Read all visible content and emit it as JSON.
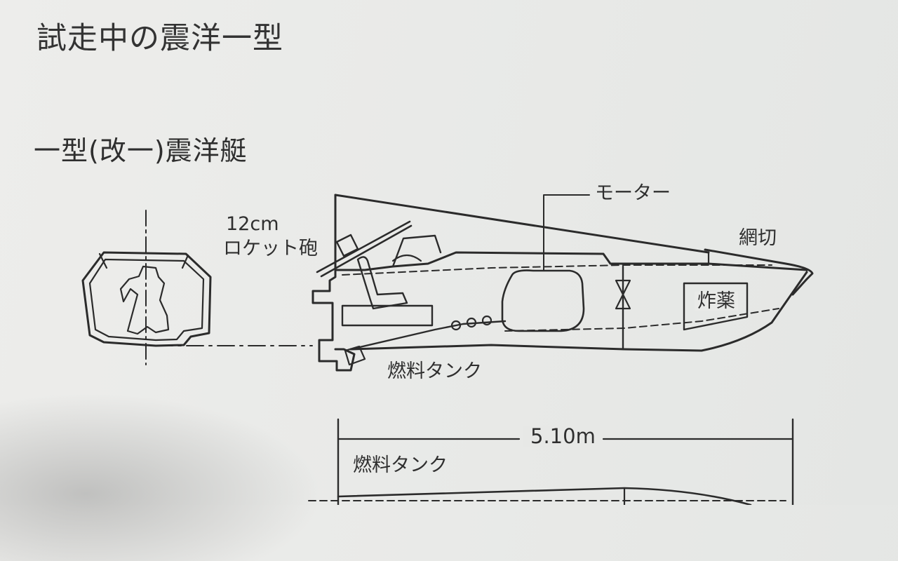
{
  "title": "試走中の震洋一型",
  "subtitle": "一型(改一)震洋艇",
  "labels": {
    "rocket_line1": "12cm",
    "rocket_line2": "ロケット砲",
    "motor": "モーター",
    "net_cutter": "網切",
    "explosive": "炸薬",
    "fuel_tank": "燃料タンク",
    "length": "5.10m",
    "fuel_tank_lower": "燃料タンク"
  },
  "colors": {
    "ink": "#2b2b2b",
    "paper": "#e9eae8"
  }
}
